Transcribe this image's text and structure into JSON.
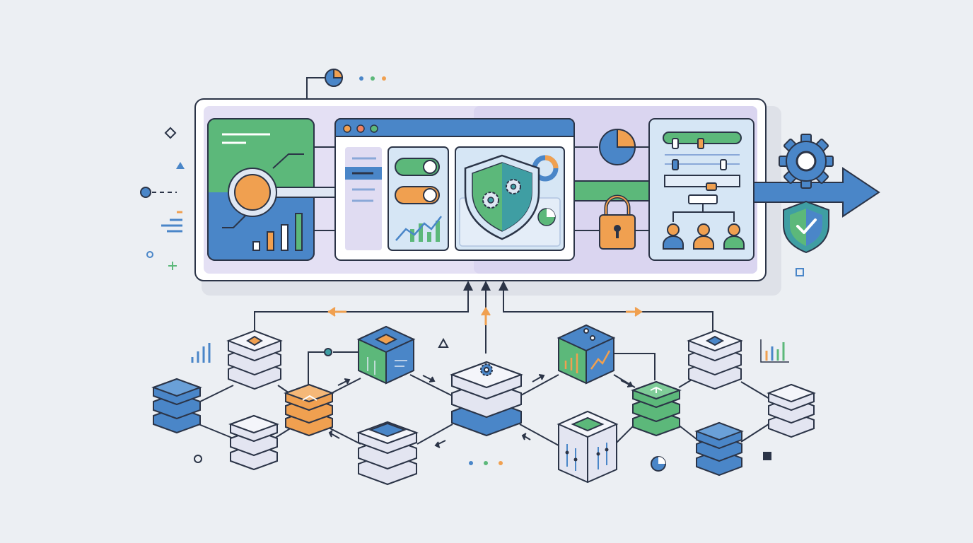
{
  "palette": {
    "background": "#eceff3",
    "outline": "#2b3447",
    "panel_lavender": "#dcd9f0",
    "blue": "#4a86c8",
    "blue_light": "#d6e6f5",
    "green": "#5cb87a",
    "green_light": "#cfeadb",
    "orange": "#f0a050",
    "teal": "#3f9ea3",
    "server_light": "#e3e5f1",
    "white": "#ffffff"
  },
  "dashboard": {
    "left_card": [
      "line-icon",
      "magnifier-icon",
      "bar-chart-icon"
    ],
    "browser_window": [
      "window-dots",
      "sidebar-menu",
      "toggle-switches",
      "line-chart-icon",
      "shield-gears-icon",
      "donut-chart-icon",
      "pie-chart-icon"
    ],
    "connectors": [
      "pie-chart-icon",
      "padlock-icon"
    ],
    "right_card": [
      "flow-chart-icon",
      "users-icon"
    ]
  },
  "outputs": [
    "gear-icon",
    "arrow-right-icon",
    "shield-check-icon"
  ],
  "network": {
    "nodes": [
      "server-blue",
      "server-light",
      "server-orange",
      "server-light",
      "server-chip",
      "server-light",
      "server-gear",
      "cube-chart",
      "cube-circuit",
      "server-green",
      "server-light-hex",
      "server-blue",
      "server-light"
    ],
    "flow": "nodes-to-dashboard"
  }
}
